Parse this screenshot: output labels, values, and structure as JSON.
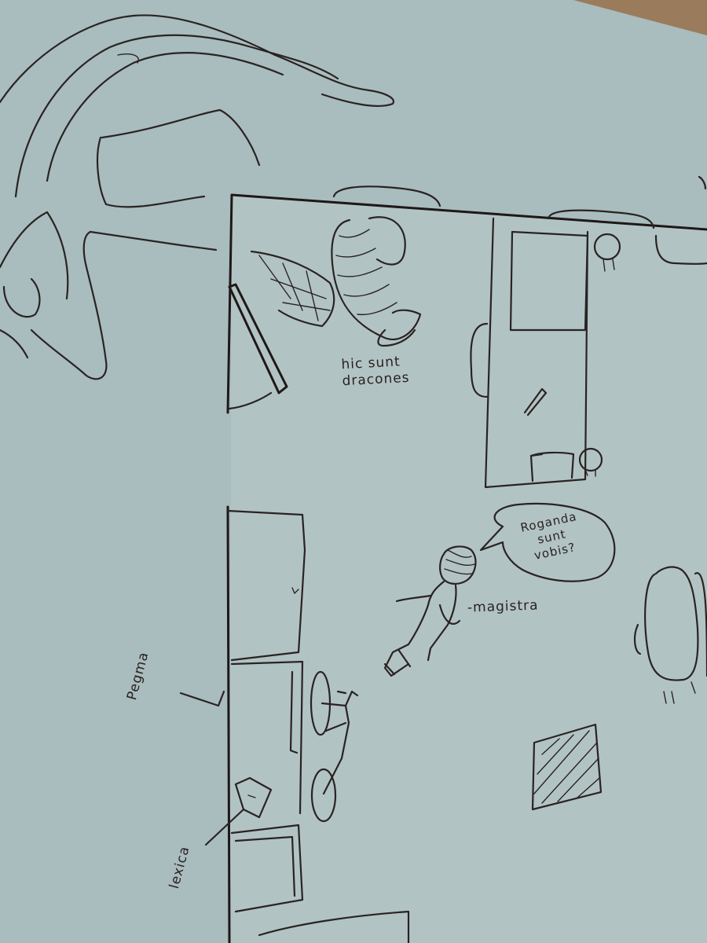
{
  "colors": {
    "paper": "#a9bcbe",
    "inner_paper": "#b2c3c4",
    "ink": "#2a2322",
    "corkboard": "#9a7b5c"
  },
  "labels": {
    "dragon_caption": "hic sunt\ndracones",
    "speech_bubble": "Roganda\nsunt\nvobis?",
    "teacher_label": "-magistra",
    "desk_label": "Pegma",
    "books_label": "lexica"
  }
}
